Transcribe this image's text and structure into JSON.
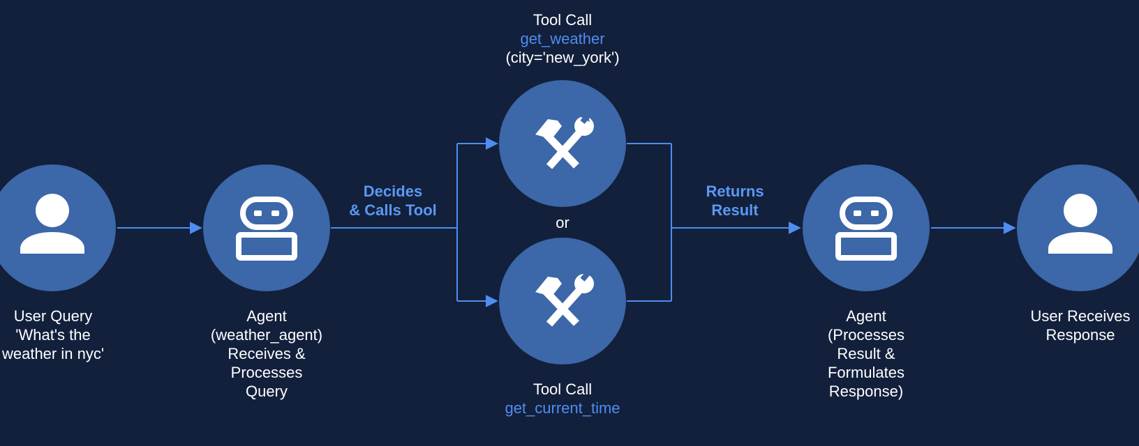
{
  "colors": {
    "background": "#12203c",
    "node_fill": "#3c67a8",
    "connector": "#4f8df0",
    "accent_text": "#5b98f2"
  },
  "nodes": {
    "user_query": {
      "icon": "user-icon",
      "lines": [
        "User Query",
        "'What's the",
        "weather in nyc'"
      ]
    },
    "agent_receive": {
      "icon": "robot-icon",
      "lines": [
        "Agent",
        "(weather_agent)",
        "Receives &",
        "Processes",
        "Query"
      ]
    },
    "tool_weather": {
      "icon": "tools-icon",
      "title": "Tool Call",
      "function": "get_weather",
      "args": "(city='new_york')"
    },
    "tool_time": {
      "icon": "tools-icon",
      "title": "Tool Call",
      "function": "get_current_time"
    },
    "agent_process": {
      "icon": "robot-icon",
      "lines": [
        "Agent",
        "(Processes",
        "Result &",
        "Formulates",
        "Response)"
      ]
    },
    "user_receive": {
      "icon": "user-icon",
      "lines": [
        "User Receives",
        "Response"
      ]
    }
  },
  "edges": {
    "decides": [
      "Decides",
      "& Calls Tool"
    ],
    "returns": [
      "Returns",
      "Result"
    ],
    "or": "or"
  }
}
